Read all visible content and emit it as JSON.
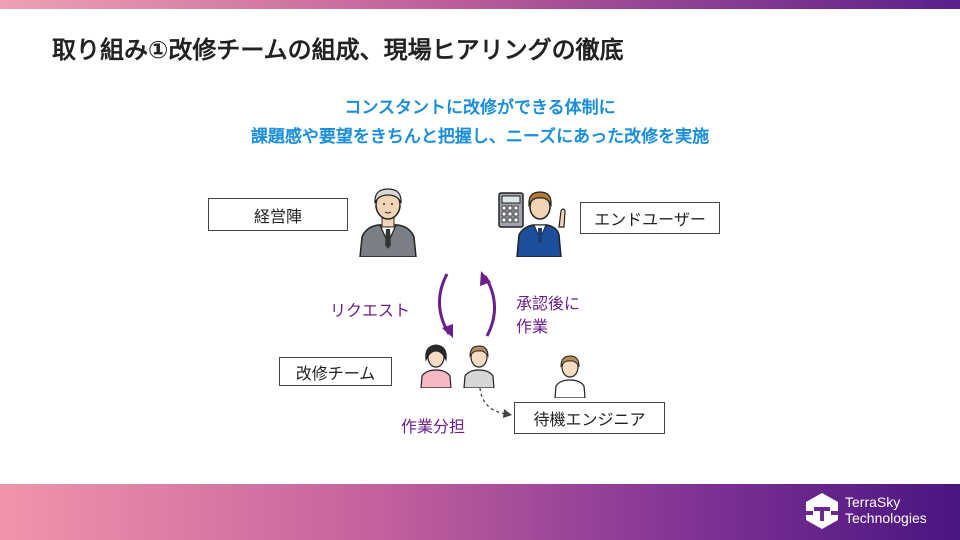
{
  "slide": {
    "title": "取り組み①改修チームの組成、現場ヒアリングの徹底",
    "subtitle_line1": "コンスタントに改修ができる体制に",
    "subtitle_line2": "課題感や要望をきちんと把握し、ニーズにあった改修を実施"
  },
  "diagram": {
    "management_label": "経営陣",
    "end_user_label": "エンドユーザー",
    "team_label": "改修チーム",
    "standby_label": "待機エンジニア",
    "request_label": "リクエスト",
    "approval_line1": "承認後に",
    "approval_line2": "作業",
    "work_split_label": "作業分担"
  },
  "branding": {
    "logo_line1": "TerraSky",
    "logo_line2": "Technologies"
  },
  "colors": {
    "accent_blue": "#1a8ed8",
    "accent_purple": "#6a1f8a"
  }
}
